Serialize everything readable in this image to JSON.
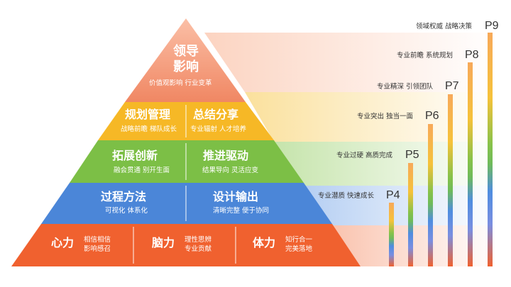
{
  "pyramid": {
    "tier1": {
      "title_line1": "领导",
      "title_line2": "影响",
      "sub": "价值观影响  行业变革",
      "color_top": "#f9a88a",
      "color_bottom": "#f08763"
    },
    "tier2": {
      "left_title": "规划管理",
      "left_sub": "战略前瞻  梯队成长",
      "right_title": "总结分享",
      "right_sub": "专业辐射  人才培养",
      "color": "#f6b826"
    },
    "tier3": {
      "left_title": "拓展创新",
      "left_sub": "融会贯通  别开生面",
      "right_title": "推进驱动",
      "right_sub": "结果导向  灵活应变",
      "color": "#7cbf46"
    },
    "tier4": {
      "left_title": "过程方法",
      "left_sub": "可视化  体系化",
      "right_title": "设计输出",
      "right_sub": "清晰完整  便于协同",
      "color": "#4b86d8"
    },
    "tier5": {
      "items": [
        {
          "title": "心力",
          "sub1": "相信相信",
          "sub2": "影响感召"
        },
        {
          "title": "脑力",
          "sub1": "理性思辨",
          "sub2": "专业贡献"
        },
        {
          "title": "体力",
          "sub1": "知行合一",
          "sub2": "完美落地"
        }
      ],
      "color": "#f0612f"
    }
  },
  "levels": [
    {
      "label": "P4",
      "desc": "专业潜质  快速成长"
    },
    {
      "label": "P5",
      "desc": "专业过硬  高质完成"
    },
    {
      "label": "P6",
      "desc": "专业突出  独当一面"
    },
    {
      "label": "P7",
      "desc": "专业精深  引领团队"
    },
    {
      "label": "P8",
      "desc": "专业前瞻  系统规划"
    },
    {
      "label": "P9",
      "desc": "领域权威  战略决策"
    }
  ],
  "colors": {
    "bar_top": "#f7a95a",
    "bar_mid": "#f5c33a",
    "bar_green": "#7cbf46",
    "bar_blue": "#4f8de0",
    "bar_bottom": "#f0612f"
  }
}
